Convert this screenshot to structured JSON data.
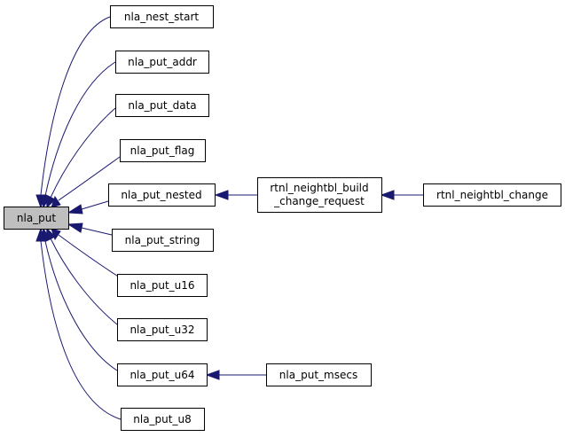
{
  "graph": {
    "colors": {
      "edge": "#191970",
      "root_fill": "#bfbfbf",
      "node_fill": "#ffffff",
      "node_border": "#000000"
    },
    "nodes": {
      "root": {
        "label": "nla_put"
      },
      "nest_start": {
        "label": "nla_nest_start"
      },
      "put_addr": {
        "label": "nla_put_addr"
      },
      "put_data": {
        "label": "nla_put_data"
      },
      "put_flag": {
        "label": "nla_put_flag"
      },
      "put_nested": {
        "label": "nla_put_nested"
      },
      "put_string": {
        "label": "nla_put_string"
      },
      "put_u16": {
        "label": "nla_put_u16"
      },
      "put_u32": {
        "label": "nla_put_u32"
      },
      "put_u64": {
        "label": "nla_put_u64"
      },
      "put_u8": {
        "label": "nla_put_u8"
      },
      "build_change": {
        "label_line1": "rtnl_neightbl_build",
        "label_line2": "_change_request"
      },
      "change": {
        "label": "rtnl_neightbl_change"
      },
      "put_msecs": {
        "label": "nla_put_msecs"
      }
    }
  }
}
